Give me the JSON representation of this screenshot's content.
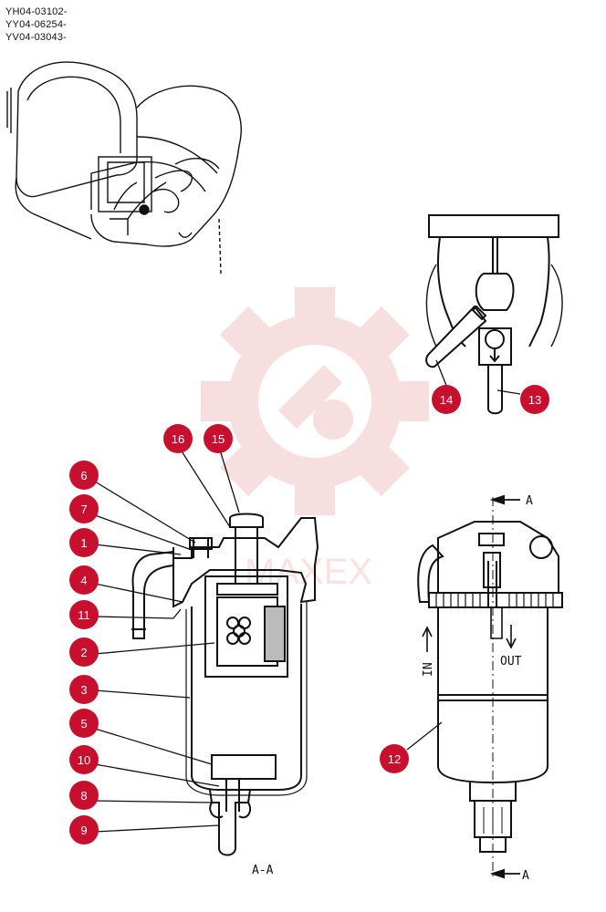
{
  "model_codes": [
    "YH04-03102-",
    "YY04-06254-",
    "YV04-03043-"
  ],
  "callouts": [
    "1",
    "2",
    "3",
    "4",
    "5",
    "6",
    "7",
    "8",
    "9",
    "10",
    "11",
    "12",
    "13",
    "14",
    "15",
    "16"
  ],
  "section_labels": {
    "view_a_top": "A",
    "view_a_bottom": "A",
    "section_aa": "A-A",
    "flow_in": "IN",
    "flow_out": "OUT"
  },
  "watermark": "MAXEX",
  "colors": {
    "callout_fill": "#c8102e",
    "line": "#111111",
    "watermark": "#f2c4c6"
  }
}
